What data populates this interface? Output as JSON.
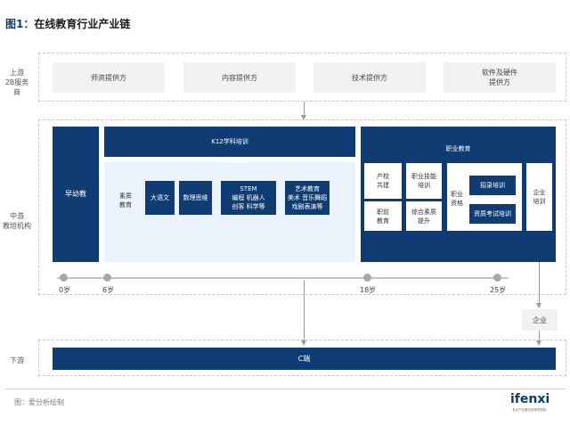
{
  "title": {
    "fig": "图1：",
    "text": "在线教育行业产业链"
  },
  "rows": {
    "upstream": "上游\n2B服务商",
    "midstream": "中游\n教培机构",
    "downstream": "下游"
  },
  "upstream_boxes": [
    "师资提供方",
    "内容提供方",
    "技术提供方",
    "软件及硬件\n提供方"
  ],
  "midstream": {
    "early": "早幼教",
    "k12": "K12学科培训",
    "quality": "素质\n教育",
    "quality_items": [
      "大语文",
      "数理思维",
      "STEM\n编程 机器人\n创客 科学等",
      "艺术教育\n美术 音乐舞蹈\n戏剧表演等"
    ],
    "vocational": "职业教育",
    "voc_left": [
      "产校\n共建",
      "职业技能\n培训",
      "职前\n教育",
      "综合素质\n提升"
    ],
    "voc_qual": "职业\n资格",
    "voc_qual_items": [
      "招录培训",
      "资质考试培训"
    ],
    "enterprise_training": "企业\n培训"
  },
  "timeline": [
    "0岁",
    "6岁",
    "18岁",
    "25岁"
  ],
  "enterprise": "企业",
  "downstream": {
    "c_end": "C端"
  },
  "source": "图：爱分析绘制",
  "logo": {
    "text": "ifenxi",
    "sub": "专业产业数字化研究机构"
  }
}
